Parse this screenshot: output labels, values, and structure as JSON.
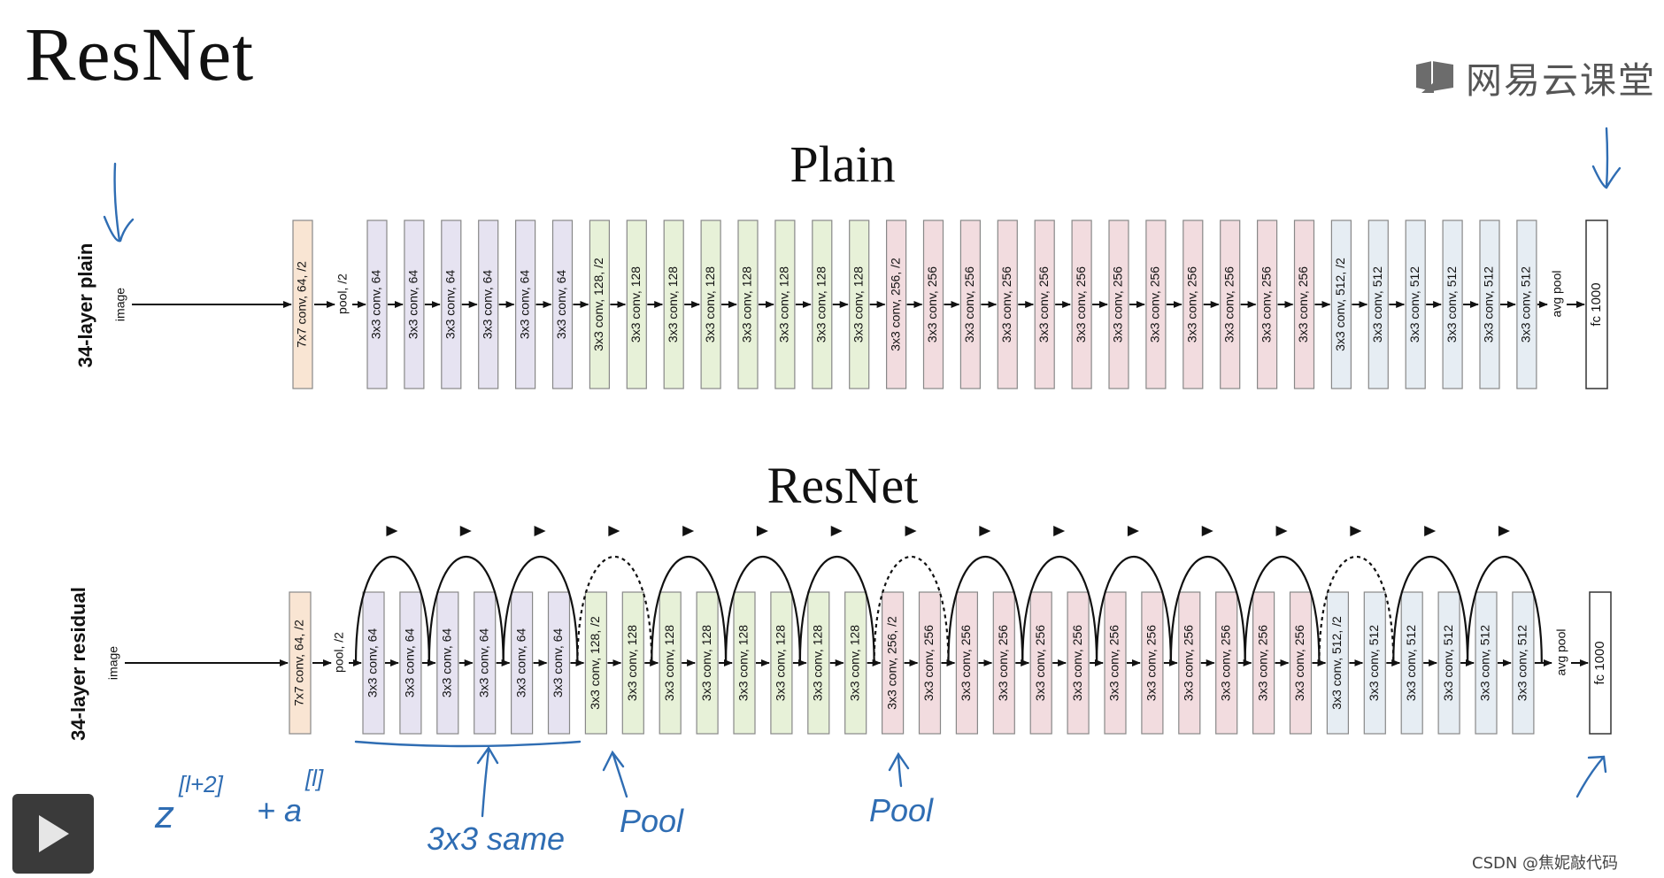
{
  "header": {
    "title": "ResNet"
  },
  "logo": {
    "text": "网易云课堂",
    "icon": "book-logo-icon"
  },
  "plain": {
    "title": "Plain",
    "side_label": "34-layer plain",
    "input_label": "image",
    "first_conv": "7x7 conv, 64, /2",
    "pool_label": "pool, /2",
    "avgpool_label": "avg pool",
    "fc_label": "fc 1000",
    "layers": [
      "3x3 conv, 64",
      "3x3 conv, 64",
      "3x3 conv, 64",
      "3x3 conv, 64",
      "3x3 conv, 64",
      "3x3 conv, 64",
      "3x3 conv, 128, /2",
      "3x3 conv, 128",
      "3x3 conv, 128",
      "3x3 conv, 128",
      "3x3 conv, 128",
      "3x3 conv, 128",
      "3x3 conv, 128",
      "3x3 conv, 128",
      "3x3 conv, 256, /2",
      "3x3 conv, 256",
      "3x3 conv, 256",
      "3x3 conv, 256",
      "3x3 conv, 256",
      "3x3 conv, 256",
      "3x3 conv, 256",
      "3x3 conv, 256",
      "3x3 conv, 256",
      "3x3 conv, 256",
      "3x3 conv, 256",
      "3x3 conv, 256",
      "3x3 conv, 512, /2",
      "3x3 conv, 512",
      "3x3 conv, 512",
      "3x3 conv, 512",
      "3x3 conv, 512",
      "3x3 conv, 512"
    ]
  },
  "resnet": {
    "title": "ResNet",
    "side_label": "34-layer residual",
    "input_label": "image",
    "first_conv": "7x7 conv, 64, /2",
    "pool_label": "pool, /2",
    "avgpool_label": "avg pool",
    "fc_label": "fc 1000",
    "layers": [
      "3x3 conv, 64",
      "3x3 conv, 64",
      "3x3 conv, 64",
      "3x3 conv, 64",
      "3x3 conv, 64",
      "3x3 conv, 64",
      "3x3 conv, 128, /2",
      "3x3 conv, 128",
      "3x3 conv, 128",
      "3x3 conv, 128",
      "3x3 conv, 128",
      "3x3 conv, 128",
      "3x3 conv, 128",
      "3x3 conv, 128",
      "3x3 conv, 256, /2",
      "3x3 conv, 256",
      "3x3 conv, 256",
      "3x3 conv, 256",
      "3x3 conv, 256",
      "3x3 conv, 256",
      "3x3 conv, 256",
      "3x3 conv, 256",
      "3x3 conv, 256",
      "3x3 conv, 256",
      "3x3 conv, 256",
      "3x3 conv, 256",
      "3x3 conv, 512, /2",
      "3x3 conv, 512",
      "3x3 conv, 512",
      "3x3 conv, 512",
      "3x3 conv, 512",
      "3x3 conv, 512"
    ],
    "dashed_skips": [
      3,
      7,
      13
    ]
  },
  "annotations": {
    "z_label": "z",
    "z_sup": "[l+2]",
    "plus_a": "+ a",
    "a_sup": "[l]",
    "same_label": "3x3 same",
    "pool_note_1": "Pool",
    "pool_note_2": "Pool"
  },
  "colors": {
    "stage1": "#e6e3f1",
    "stage2": "#e7f1d8",
    "stage3": "#f2dcdf",
    "stage4": "#e6edf3",
    "conv7": "#f9e5d3",
    "ink": "#2f6db3"
  },
  "player": {
    "play_icon": "play-icon"
  },
  "watermark": "CSDN @焦妮敲代码"
}
